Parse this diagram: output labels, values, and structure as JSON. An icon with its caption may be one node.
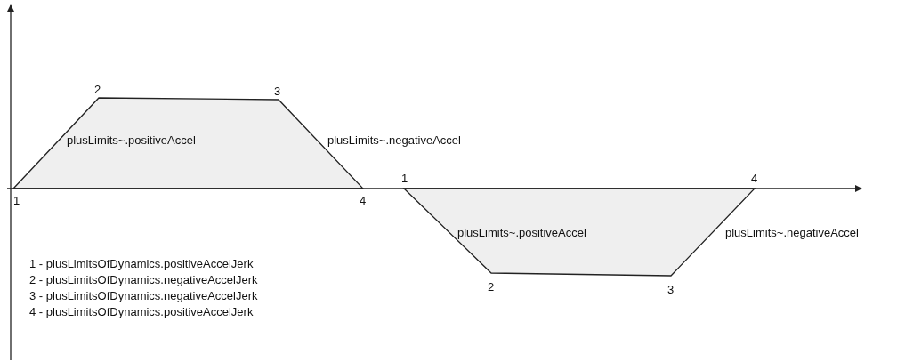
{
  "diagram": {
    "labels": [
      "2",
      "3",
      "plusLimits~.positiveAccel",
      "plusLimits~.negativeAccel",
      "1",
      "4",
      "1",
      "4",
      "plusLimits~.positiveAccel",
      "plusLimits~.negativeAccel",
      "1 - plusLimitsOfDynamics.positiveAccelJerk",
      "2 - plusLimitsOfDynamics.negativeAccelJerk",
      "2",
      "3",
      "3 - plusLimitsOfDynamics.negativeAccelJerk",
      "4 - plusLimitsOfDynamics.positiveAccelJerk"
    ]
  }
}
